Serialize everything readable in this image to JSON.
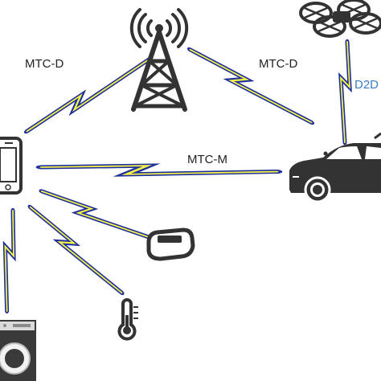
{
  "labels": {
    "tower_left": "MTC-D",
    "tower_right": "MTC-D",
    "phone_car": "MTC-M",
    "drone_car": "D2D"
  },
  "colors": {
    "background": "#ffffff",
    "device": "#333333",
    "text": "#222222",
    "d2d_text": "#3a7cc8",
    "bolt_blue": "#1d2f9a",
    "bolt_yellow": "#f6f04a"
  },
  "icons": [
    "cell-tower-icon",
    "drone-icon",
    "smartphone-icon",
    "car-icon",
    "wristband-icon",
    "thermometer-icon",
    "washing-machine-icon"
  ]
}
